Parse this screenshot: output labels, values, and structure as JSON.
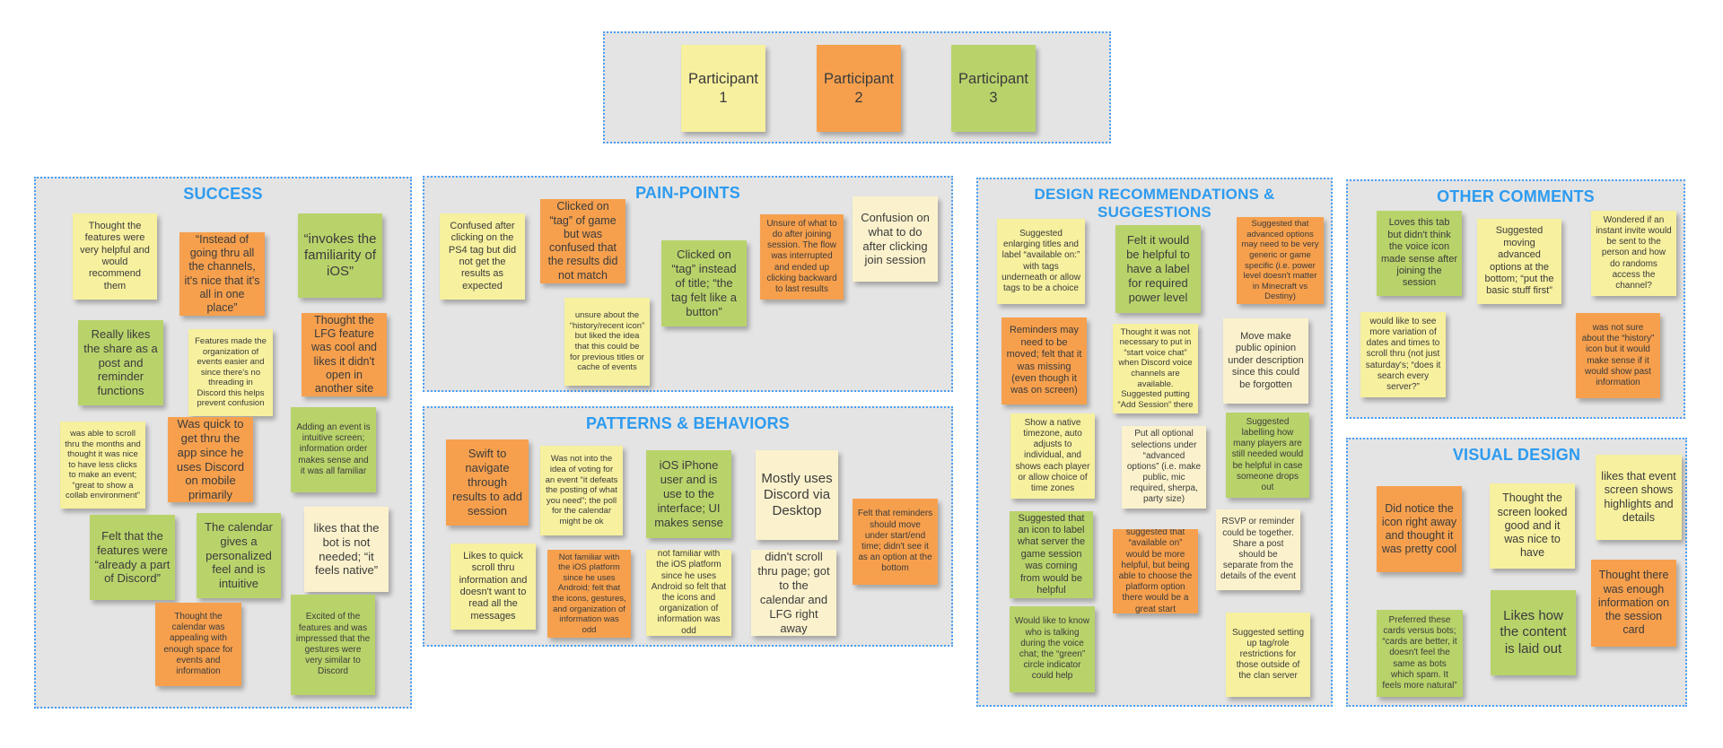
{
  "palette": {
    "sticky_yellow": "#f7f09f",
    "sticky_cream": "#fbf2cd",
    "sticky_orange": "#f6a04e",
    "sticky_green": "#b9d36b",
    "panel_background": "#e4e4e4",
    "panel_border_blue": "#4a9ff5",
    "title_blue": "#2d9bf0",
    "note_text": "#3b3b3b"
  },
  "participants": {
    "notes": [
      {
        "text": "Participant 1",
        "color": "yellow"
      },
      {
        "text": "Participant 2",
        "color": "orange"
      },
      {
        "text": "Participant 3",
        "color": "green"
      }
    ]
  },
  "panels": {
    "success": {
      "title": "SUCCESS",
      "notes": [
        {
          "text": "Thought the features were very helpful and would recommend them",
          "color": "yellow"
        },
        {
          "text": "“Instead of going thru all the channels, it's nice that it's all in one place”",
          "color": "orange"
        },
        {
          "text": "“invokes the familiarity of iOS”",
          "color": "green"
        },
        {
          "text": "Really likes the share as a post and reminder functions",
          "color": "green"
        },
        {
          "text": "Features made the organization of events easier and since there's no threading in Discord this helps prevent confusion",
          "color": "yellow"
        },
        {
          "text": "Thought the LFG feature was cool and likes it didn't open in another site",
          "color": "orange"
        },
        {
          "text": "was able to scroll thru the months and thought it was nice to have less clicks to make an event; “great to show a collab environment”",
          "color": "yellow"
        },
        {
          "text": "Was quick to get thru the app since he uses Discord on mobile primarily",
          "color": "orange"
        },
        {
          "text": "Adding an event is intuitive screen; information order makes sense and it was all familiar",
          "color": "green"
        },
        {
          "text": "Felt that the features were “already a part of Discord”",
          "color": "green"
        },
        {
          "text": "The calendar gives a personalized feel and is intuitive",
          "color": "green"
        },
        {
          "text": "likes that the bot is not needed; “it feels native”",
          "color": "cream"
        },
        {
          "text": "Thought the calendar was appealing with enough space for events and information",
          "color": "orange"
        },
        {
          "text": "Excited of the features and was impressed that the gestures were very similar to Discord",
          "color": "green"
        }
      ]
    },
    "painpoints": {
      "title": "PAIN-POINTS",
      "notes": [
        {
          "text": "Confused after clicking on the PS4 tag but did not get the results as expected",
          "color": "yellow"
        },
        {
          "text": "Clicked on “tag” of game but was confused that the results did not match",
          "color": "orange"
        },
        {
          "text": "unsure about the “history/recent icon” but liked the idea that this could be for previous titles or cache of events",
          "color": "yellow"
        },
        {
          "text": "Clicked on “tag” instead of title; “the tag felt like a button”",
          "color": "green"
        },
        {
          "text": "Unsure of what to do after joining session. The flow was interrupted and ended up clicking backward to last results",
          "color": "orange"
        },
        {
          "text": "Confusion on what to do after clicking join session",
          "color": "cream"
        }
      ]
    },
    "patterns": {
      "title": "PATTERNS & BEHAVIORS",
      "notes": [
        {
          "text": "Swift to navigate through results to add session",
          "color": "orange"
        },
        {
          "text": "Was not into the idea of voting for an event “it defeats the posting of what you need”; the poll for the calendar might be ok",
          "color": "yellow"
        },
        {
          "text": "iOS iPhone user and is use to the interface; UI makes sense",
          "color": "green"
        },
        {
          "text": "Mostly uses Discord via Desktop",
          "color": "cream"
        },
        {
          "text": "Felt that reminders should move under start/end time; didn't see it as an option at the bottom",
          "color": "orange"
        },
        {
          "text": "Likes to quick scroll thru information and doesn't want to read all the messages",
          "color": "yellow"
        },
        {
          "text": "Not familiar with the iOS platform since he uses Android; felt that the icons, gestures, and organization of information was odd",
          "color": "orange"
        },
        {
          "text": "not familiar with the iOS platform since he uses Android so felt that the icons and organization of information was odd",
          "color": "yellow"
        },
        {
          "text": "didn't scroll thru page; got to the calendar and LFG right away",
          "color": "cream"
        }
      ]
    },
    "designrecs": {
      "title": "DESIGN RECOMMENDATIONS & SUGGESTIONS",
      "notes": [
        {
          "text": "Suggested enlarging titles and label “available on:” with tags underneath or allow tags to be a choice",
          "color": "yellow"
        },
        {
          "text": "Felt it would be helpful to have a label for required power level",
          "color": "green"
        },
        {
          "text": "Suggested that advanced options may need to be very generic or game specific (i.e. power level doesn't matter in Minecraft vs Destiny)",
          "color": "orange"
        },
        {
          "text": "Reminders may need to be moved; felt that it was missing (even though it was on screen)",
          "color": "orange"
        },
        {
          "text": "Thought it was not necessary to put in “start voice chat” when Discord voice channels are available. Suggested putting “Add Session” there",
          "color": "yellow"
        },
        {
          "text": "Move make public opinion under description since this could be forgotten",
          "color": "cream"
        },
        {
          "text": "Show a native timezone, auto adjusts to individual, and shows each player or allow choice of time zones",
          "color": "yellow"
        },
        {
          "text": "Put all optional selections under “advanced options” (i.e. make public, mic required, sherpa, party size)",
          "color": "cream"
        },
        {
          "text": "Suggested labelling how many players are still needed would be helpful in case someone drops out",
          "color": "green"
        },
        {
          "text": "Suggested that an icon to label what server the game session was coming from would be helpful",
          "color": "green"
        },
        {
          "text": "suggested that “available on” would be more helpful, but being able to choose the platform option there would be a great start",
          "color": "orange"
        },
        {
          "text": "RSVP or reminder could be together. Share a post should be separate from the details of the event",
          "color": "cream"
        },
        {
          "text": "Would like to know who is talking during the voice chat; the “green” circle indicator could help",
          "color": "green"
        },
        {
          "text": "Suggested setting up tag/role restrictions for those outside of the clan server",
          "color": "yellow"
        }
      ]
    },
    "othercomments": {
      "title": "OTHER COMMENTS",
      "notes": [
        {
          "text": "Loves this tab but didn't think the voice icon made sense after joining the session",
          "color": "green"
        },
        {
          "text": "Suggested moving advanced options at the bottom; “put the basic stuff first”",
          "color": "yellow"
        },
        {
          "text": "Wondered if an instant invite would be sent to the person and how do randoms access the channel?",
          "color": "yellow"
        },
        {
          "text": "would like to see more variation of dates and times to scroll thru (not just saturday's; “does it search every server?”",
          "color": "yellow"
        },
        {
          "text": "was not sure about the “history” icon but it would make sense if it would show past information",
          "color": "orange"
        }
      ]
    },
    "visualdesign": {
      "title": "VISUAL DESIGN",
      "notes": [
        {
          "text": "Did notice the icon right away and thought it was pretty cool",
          "color": "orange"
        },
        {
          "text": "Thought the screen looked good and it was nice to have",
          "color": "yellow"
        },
        {
          "text": "likes that event screen shows highlights and details",
          "color": "yellow"
        },
        {
          "text": "Thought there was enough information on the session card",
          "color": "orange"
        },
        {
          "text": "Preferred these cards versus bots; “cards are better, it doesn't feel the same as bots which spam. It feels more natural”",
          "color": "green"
        },
        {
          "text": "Likes how the content is laid out",
          "color": "green"
        }
      ]
    }
  }
}
